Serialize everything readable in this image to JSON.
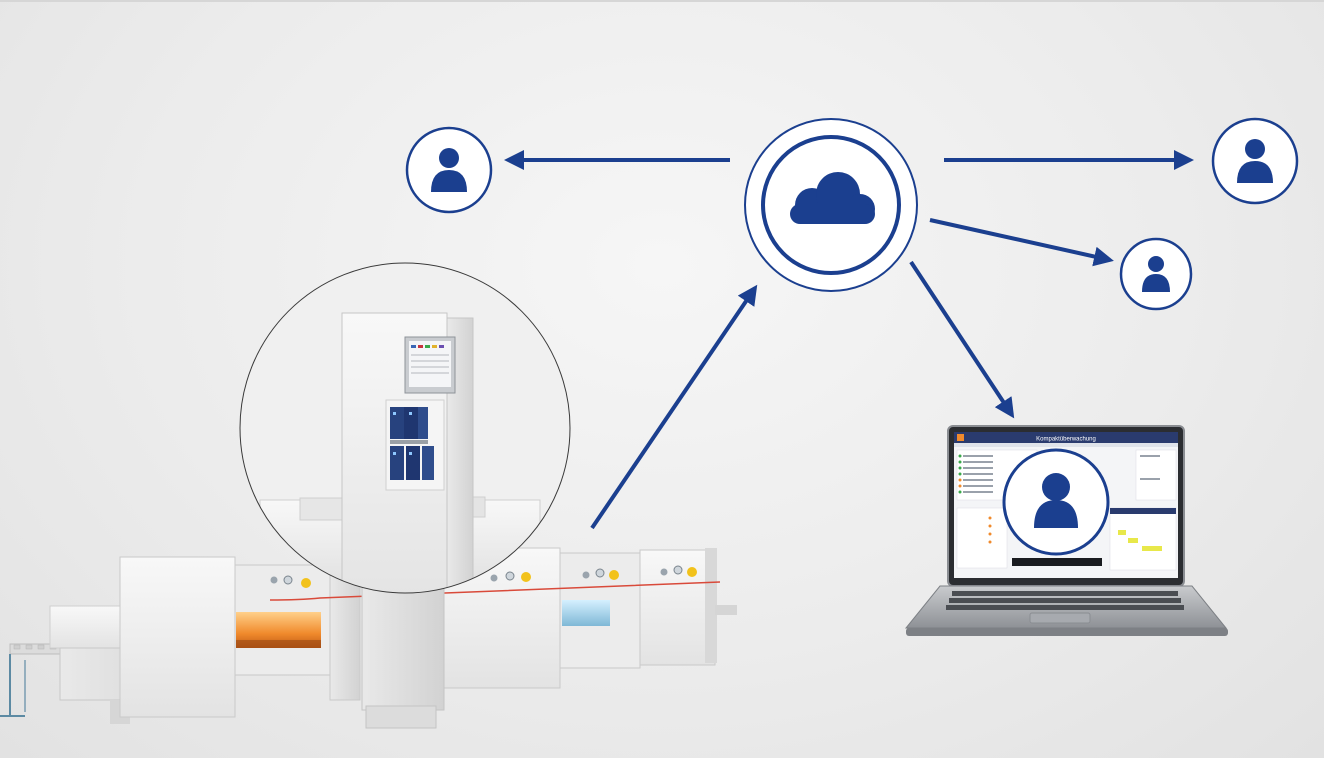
{
  "diagram": {
    "hub": {
      "icon": "cloud-icon"
    },
    "users": [
      {
        "id": "user-left",
        "icon": "person-icon"
      },
      {
        "id": "user-top-right",
        "icon": "person-icon"
      },
      {
        "id": "user-middle-right",
        "icon": "person-icon"
      },
      {
        "id": "user-laptop",
        "icon": "person-icon"
      }
    ],
    "devices": {
      "machine": "conveyor-furnace-with-control-cabinet",
      "laptop": "laptop-with-monitoring-dashboard"
    },
    "connections": [
      {
        "from": "machine",
        "to": "cloud"
      },
      {
        "from": "cloud",
        "to": "user-left"
      },
      {
        "from": "cloud",
        "to": "user-top-right"
      },
      {
        "from": "cloud",
        "to": "user-middle-right"
      },
      {
        "from": "cloud",
        "to": "laptop"
      }
    ]
  },
  "laptop_screen": {
    "app_title": "Kompaktüberwachung"
  },
  "colors": {
    "brand_blue": "#1b3f8f",
    "dashboard_header": "#2a3b6e",
    "heater_glow": "#f08a2c",
    "sensor_yellow": "#f2c21b",
    "wire_red": "#d94a3a"
  }
}
